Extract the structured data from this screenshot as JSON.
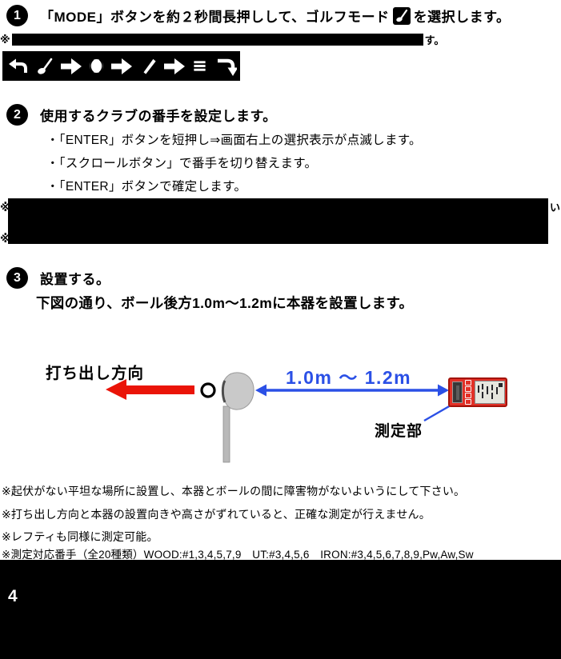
{
  "step1": {
    "badge": "1",
    "line_before_icon": "「MODE」ボタンを約２秒間長押しして、ゴルフモード",
    "line_after_icon": "を選択します。",
    "note_prefix": "※",
    "note_visible_end": "す。"
  },
  "mode_banner": {
    "icons": [
      "return-left-arrow",
      "golf-club",
      "right-arrow",
      "baseball",
      "right-arrow",
      "bat",
      "right-arrow",
      "menu",
      "return-arrow"
    ]
  },
  "step2": {
    "badge": "2",
    "title": "使用するクラブの番手を設定します。",
    "bullets": [
      "・「ENTER」ボタンを短押し⇒画面右上の選択表示が点滅します。",
      "・「スクロールボタン」で番手を切り替えます。",
      "・「ENTER」ボタンで確定します。"
    ],
    "redacted_prefix_line1": "※",
    "redacted_prefix_line2": "※",
    "redacted_visible_end": "い"
  },
  "step3": {
    "badge": "3",
    "title": "設置する。",
    "instruction": "下図の通り、ボール後方1.0m～1.2mに本器を設置します。"
  },
  "diagram": {
    "direction_label": "打ち出し方向",
    "distance_label": "1.0m ～ 1.2m",
    "sensor_label": "測定部"
  },
  "footnotes": [
    "※起伏がない平坦な場所に設置し、本器とボールの間に障害物がないよいうにして下さい。",
    "※打ち出し方向と本器の設置向きや高さがずれていると、正確な測定が行えません。",
    "※レフティも同様に測定可能。",
    "※測定対応番手（全20種類）WOOD:#1,3,4,5,7,9　UT:#3,4,5,6　IRON:#3,4,5,6,7,8,9,Pw,Aw,Sw"
  ],
  "footer": {
    "page_number": "4"
  },
  "colors": {
    "arrow_red": "#ea1408",
    "diagram_blue": "#2b50e6",
    "device_red": "#e23026",
    "club_gray": "#c9c9c9"
  }
}
